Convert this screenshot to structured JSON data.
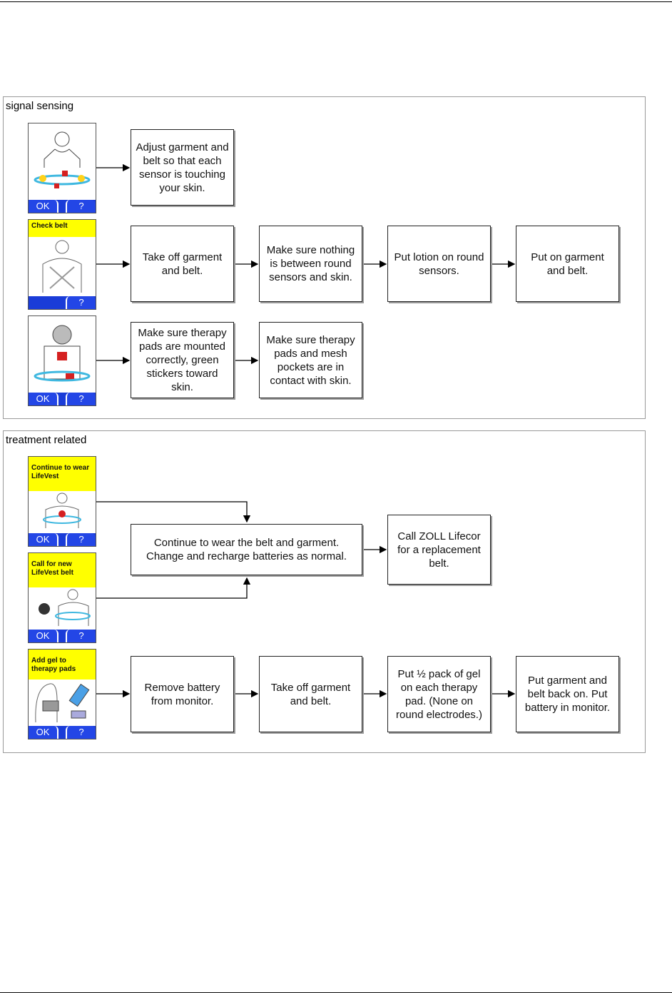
{
  "panels": {
    "signal": {
      "label": "signal sensing"
    },
    "treatment": {
      "label": "treatment related"
    }
  },
  "screens": {
    "s1": {
      "header": "",
      "ok": "OK",
      "help": "?"
    },
    "s2": {
      "header": "Check belt",
      "ok": "",
      "help": "?"
    },
    "s3": {
      "header": "",
      "ok": "OK",
      "help": "?"
    },
    "t1": {
      "header": "Continue to wear LifeVest",
      "ok": "OK",
      "help": "?"
    },
    "t2": {
      "header": "Call for new LifeVest belt",
      "ok": "OK",
      "help": "?"
    },
    "t3": {
      "header": "Add gel to therapy pads",
      "ok": "OK",
      "help": "?"
    }
  },
  "boxes": {
    "adjust": "Adjust garment and belt so that each sensor is touching your skin.",
    "takeoff1": "Take off garment and belt.",
    "nothing": "Make sure nothing is between round sensors and skin.",
    "lotion": "Put lotion on round sensors.",
    "puton": "Put on garment and belt.",
    "pads_mounted": "Make sure therapy pads are mounted correctly, green stickers toward skin.",
    "pads_contact": "Make sure therapy pads and mesh pockets are in contact with skin.",
    "continue": "Continue to wear the belt and garment. Change and recharge batteries as normal.",
    "call": "Call ZOLL Lifecor for a replacement belt.",
    "remove": "Remove battery from monitor.",
    "takeoff2": "Take off garment and belt.",
    "gel": "Put ½ pack of gel on each therapy pad. (None on round electrodes.)",
    "putback": "Put garment and belt back on. Put battery in monitor."
  }
}
